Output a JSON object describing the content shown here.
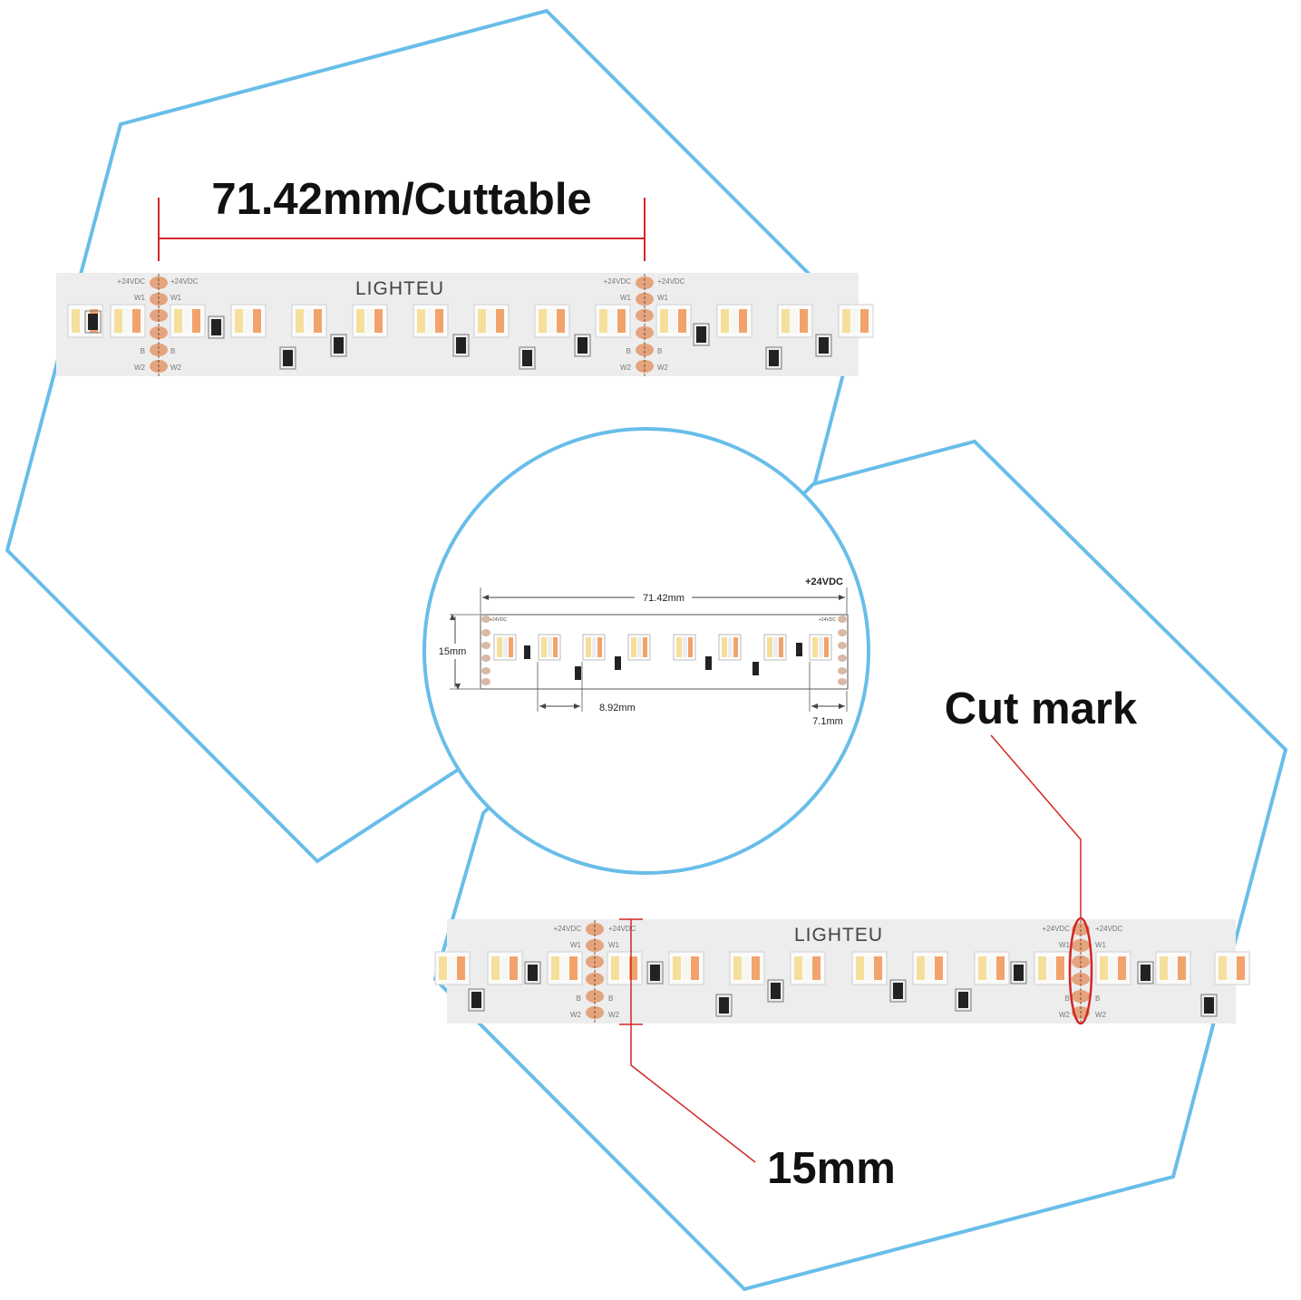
{
  "colors": {
    "outline": "#69bde9",
    "accent_line": "#d32626",
    "strip": "#ededed",
    "copper": "#e4a47d",
    "led_warm": "#f2a36b",
    "led_yellow": "#f5df9a",
    "led_white": "#f7f7f4"
  },
  "top_panel": {
    "title": "71.42mm/Cuttable",
    "brand": "LIGHTEU",
    "pad_labels_left": [
      "+24VDC",
      "W1",
      "B",
      "W2"
    ],
    "pad_labels_right": [
      "+24VDC",
      "W1",
      "B",
      "W2"
    ]
  },
  "center_diagram": {
    "voltage": "+24VDC",
    "length": "71.42mm",
    "width": "15mm",
    "led_pitch": "8.92mm",
    "end_margin": "7.1mm",
    "pad_label": "+24VDC"
  },
  "bottom_panel": {
    "brand": "LIGHTEU",
    "cut_mark_label": "Cut mark",
    "width_label": "15mm",
    "pad_labels_left": [
      "+24VDC",
      "W1",
      "B",
      "W2"
    ],
    "pad_labels_right": [
      "+24VDC",
      "W1",
      "B",
      "W2"
    ]
  }
}
